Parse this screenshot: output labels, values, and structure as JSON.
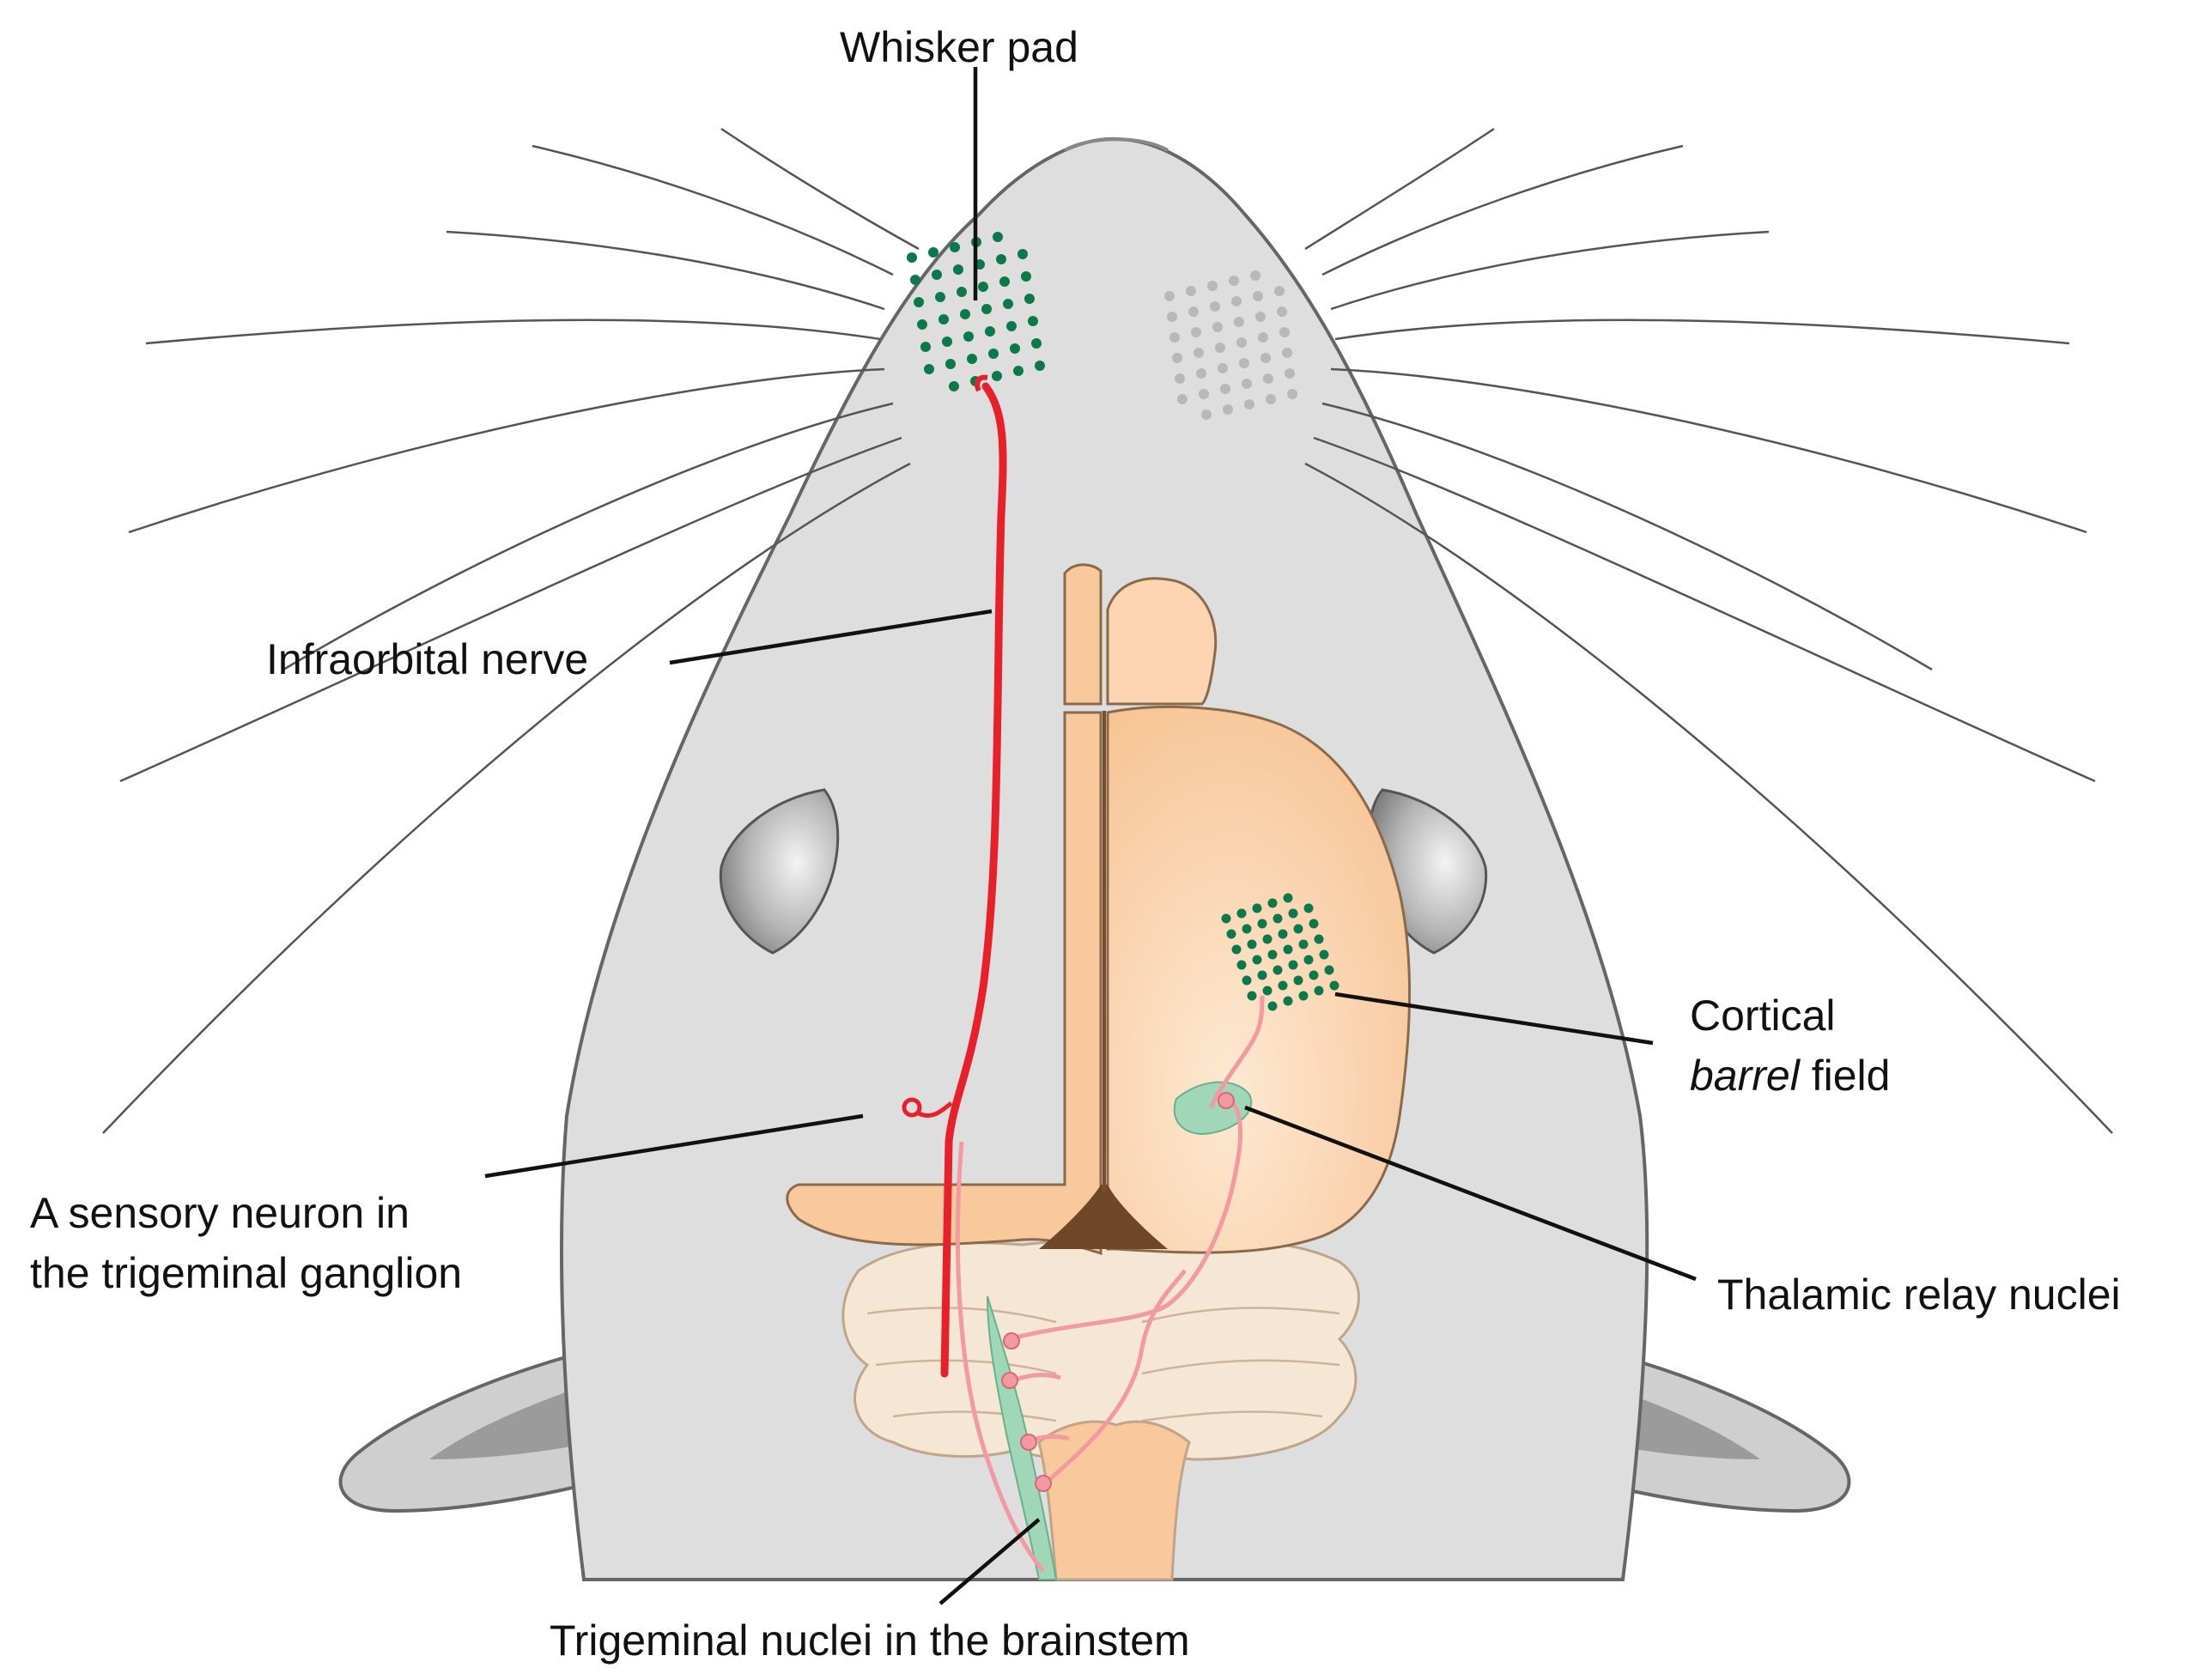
{
  "labels": {
    "whisker_pad": "Whisker pad",
    "infraorbital_nerve": "Infraorbital nerve",
    "cortical_line1": "Cortical",
    "cortical_barrel": "barrel",
    "cortical_field": " field",
    "sensory_neuron_line1": "A sensory neuron in",
    "sensory_neuron_line2": "the trigeminal ganglion",
    "thalamic": "Thalamic relay nuclei",
    "trigeminal_nuclei": "Trigeminal nuclei in the brainstem"
  },
  "colors": {
    "head": "#dcdcdc",
    "head_outline": "#666666",
    "brain": "#f9c99d",
    "brain_light": "#fde3c7",
    "midline": "#7a4e2a",
    "nerve": "#e8202a",
    "pathway": "#f29aa0",
    "whisker_dot": "#0a7a4a",
    "whisker_dot_inactive": "#b8b8b8",
    "nucleus": "#9fd7b8",
    "eye": "#9a9a9a"
  }
}
